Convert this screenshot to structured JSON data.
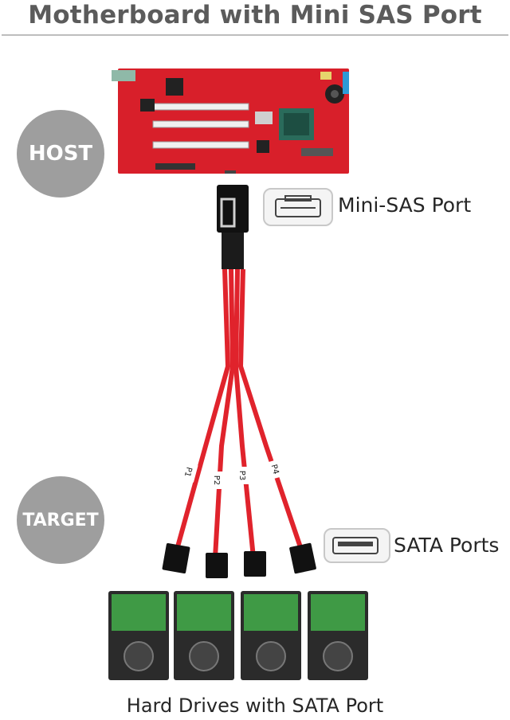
{
  "title": "Motherboard with Mini SAS Port",
  "host_label": "HOST",
  "target_label": "TARGET",
  "mini_sas_label": "Mini-SAS Port",
  "sata_label": "SATA Ports",
  "bottom_label": "Hard Drives with SATA Port",
  "cable_tags": [
    "P1",
    "P2",
    "P3",
    "P4"
  ],
  "colors": {
    "board": "#d81f2a",
    "cable": "#e0232c",
    "circle": "#9e9e9e",
    "drive_pcb": "#3f9a45"
  }
}
